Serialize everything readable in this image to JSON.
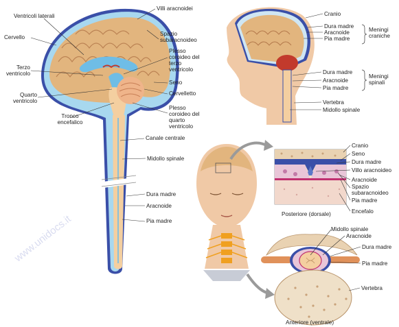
{
  "labels": {
    "ventricoli_laterali": "Ventricoli laterali",
    "cervello": "Cervello",
    "terzo_ventricolo": "Terzo ventricolo",
    "quarto_ventricolo": "Quarto ventricolo",
    "tronco_encefalico": "Tronco encefalico",
    "villi_aracnoidei": "Villi aracnoidei",
    "spazio_subaracnoideo": "Spazio subaracnoideo",
    "plesso_coroideo_terzo": "Plesso coroideo del terzo ventricolo",
    "seno": "Seno",
    "cervelletto": "Cervelletto",
    "plesso_coroideo_quarto": "Plesso coroideo del quarto ventricolo",
    "canale_centrale": "Canale centrale",
    "midollo_spinale": "Midollo spinale",
    "dura_madre": "Dura madre",
    "aracnoide": "Aracnoide",
    "pia_madre": "Pia madre",
    "cranio": "Cranio",
    "meningi_craniche": "Meningi craniche",
    "meningi_spinali": "Meningi spinali",
    "vertebra": "Vertebra",
    "villo_aracnoideo": "Villo aracnoideo",
    "encefalo": "Encefalo",
    "posteriore": "Posteriore (dorsale)",
    "anteriore": "Anteriore (ventrale)"
  },
  "watermark": "www.unidocs.it",
  "colors": {
    "cortex": "#e2b57e",
    "dura": "#3a4fa8",
    "csf": "#a8d8ef",
    "cord": "#f4cfa0",
    "skin": "#f0c9a6",
    "bone": "#e9d2b2",
    "blood": "#c23a2c"
  }
}
